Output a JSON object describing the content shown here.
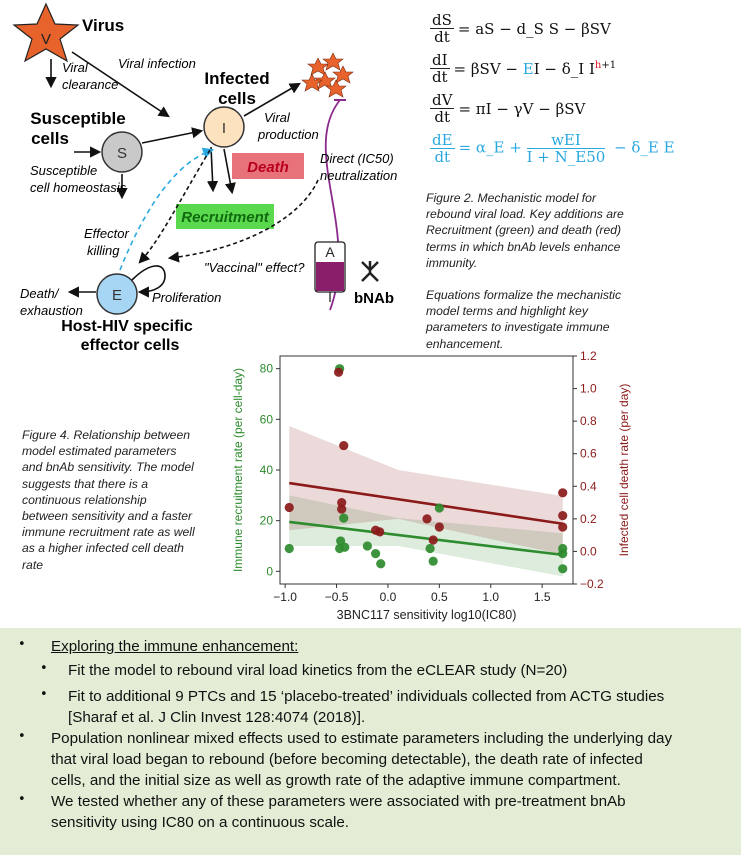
{
  "diagram": {
    "virus_node": "V",
    "virus_label": "Virus",
    "viral_clearance": [
      "Viral",
      "clearance"
    ],
    "viral_infection": "Viral infection",
    "infected_cells": [
      "Infected",
      "cells"
    ],
    "infected_node": "I",
    "susceptible_cells": [
      "Susceptible",
      "cells"
    ],
    "susceptible_node": "S",
    "susceptible_homeostasis": [
      "Susceptible",
      "cell homeostasis"
    ],
    "viral_production": [
      "Viral",
      "production"
    ],
    "death_box": "Death",
    "recruitment_box": "Recruitment",
    "direct_neutralization": [
      "Direct (IC50)",
      "neutralization"
    ],
    "effector_killing": [
      "Effector",
      "killing"
    ],
    "vaccinal_effect": "\"Vaccinal\" effect?",
    "antibody_node": "A",
    "bnab_label": "bNAb",
    "death_exhaustion": [
      "Death/",
      "exhaustion"
    ],
    "effector_node": "E",
    "proliferation": "Proliferation",
    "host_effector": [
      "Host-HIV specific",
      "effector cells"
    ]
  },
  "equations": {
    "eq1": {
      "num": "dS",
      "den": "dt",
      "rhs": "= aS − d_S S − βSV"
    },
    "eq2": {
      "num": "dI",
      "den": "dt",
      "rhs_a": "= βSV − ",
      "rhs_e": "E",
      "rhs_b": "I − δ_I I",
      "rhs_h": "h",
      "rhs_c": "+1"
    },
    "eq3": {
      "num": "dV",
      "den": "dt",
      "rhs": "= πI − γV − βSV"
    },
    "eq4": {
      "num": "dE",
      "den": "dt",
      "rhs_a": "= α_E + ",
      "frac_num": "wEI",
      "frac_den": "I + N_E50",
      "rhs_b": " − δ_E E"
    }
  },
  "figure2_caption": [
    "Figure 2. Mechanistic model for",
    "rebound viral load. Key additions are",
    "Recruitment (green) and death (red)",
    "terms in which bnAb levels enhance",
    "immunity.",
    "",
    "Equations formalize the mechanistic",
    "model terms  and  highlight key",
    "parameters to investigate immune",
    "enhancement."
  ],
  "figure4_caption": [
    "Figure 4. Relationship between",
    "model estimated parameters",
    "and bnAb sensitivity. The model",
    "suggests that there is a",
    "continuous relationship",
    "between sensitivity and a faster",
    "immune recruitment rate as well",
    "as a higher infected cell death",
    "rate"
  ],
  "chart_data": {
    "type": "scatter",
    "xlabel": "3BNC117 sensitivity log10(IC80)",
    "ylabel_left": "Immune recruitment rate (per cell-day)",
    "ylabel_right": "Infected cell death rate (per day)",
    "xlim": [
      -1.05,
      1.8
    ],
    "ylim_left": [
      -5,
      85
    ],
    "ylim_right": [
      -0.2,
      1.2
    ],
    "x_ticks": [
      "−1.0",
      "−0.5",
      "0.0",
      "0.5",
      "1.0",
      "1.5"
    ],
    "y_ticks_left": [
      "0",
      "20",
      "40",
      "60",
      "80"
    ],
    "y_ticks_right": [
      "−0.2",
      "0.0",
      "0.2",
      "0.4",
      "0.6",
      "0.8",
      "1.0",
      "1.2"
    ],
    "colors": {
      "green": "#2e8b2e",
      "red": "#8b1a1a"
    },
    "series": [
      {
        "axis": "left",
        "color": "#2e8b2e",
        "x": [
          -0.96,
          -0.47,
          -0.43,
          -0.46,
          -0.47,
          -0.42,
          -0.2,
          -0.12,
          -0.07,
          0.41,
          0.44,
          0.5,
          1.7,
          1.7,
          1.7
        ],
        "y": [
          9,
          80,
          21,
          12,
          9,
          9.5,
          10,
          7,
          3,
          9,
          4,
          25,
          9,
          1,
          7
        ],
        "fit": [
          [
            -0.96,
            19.5
          ],
          [
            1.7,
            6.5
          ]
        ],
        "band_upper": [
          [
            -0.96,
            30
          ],
          [
            0.1,
            21
          ],
          [
            1.7,
            15
          ]
        ],
        "band_lower": [
          [
            -0.96,
            10
          ],
          [
            0.1,
            10
          ],
          [
            1.7,
            -2
          ]
        ]
      },
      {
        "axis": "right",
        "color": "#8b1a1a",
        "x": [
          -0.96,
          -0.48,
          -0.43,
          -0.45,
          -0.45,
          -0.12,
          -0.08,
          0.38,
          0.44,
          0.5,
          1.7,
          1.7,
          1.7
        ],
        "y": [
          0.27,
          1.1,
          0.65,
          0.3,
          0.26,
          0.13,
          0.12,
          0.2,
          0.07,
          0.15,
          0.36,
          0.22,
          0.15
        ],
        "fit": [
          [
            -0.96,
            0.42
          ],
          [
            1.7,
            0.17
          ]
        ],
        "band_upper": [
          [
            -0.96,
            0.77
          ],
          [
            0.1,
            0.5
          ],
          [
            1.7,
            0.34
          ]
        ],
        "band_lower": [
          [
            -0.96,
            0.13
          ],
          [
            0.1,
            0.2
          ],
          [
            1.7,
            -0.02
          ]
        ]
      }
    ]
  },
  "bullets": [
    {
      "level": 1,
      "underline": true,
      "lines": [
        "Exploring the immune enhancement:"
      ]
    },
    {
      "level": 2,
      "lines": [
        "Fit the model to rebound viral load kinetics from the eCLEAR study (N=20)"
      ]
    },
    {
      "level": 2,
      "lines": [
        "Fit to additional 9 PTCs and 15 ‘placebo-treated’ individuals collected from ACTG studies",
        "[Sharaf et al. J Clin Invest 128:4074 (2018)]."
      ]
    },
    {
      "level": 1,
      "lines": [
        "Population nonlinear mixed effects used to estimate parameters including the underlying day",
        "that viral load began to rebound (before becoming detectable), the death rate of infected",
        "cells, and the initial size as well as growth rate of the adaptive immune compartment."
      ]
    },
    {
      "level": 1,
      "lines": [
        "We tested whether any of these parameters were associated with pre-treatment bnAb",
        "sensitivity using IC80 on a continuous scale."
      ]
    }
  ]
}
